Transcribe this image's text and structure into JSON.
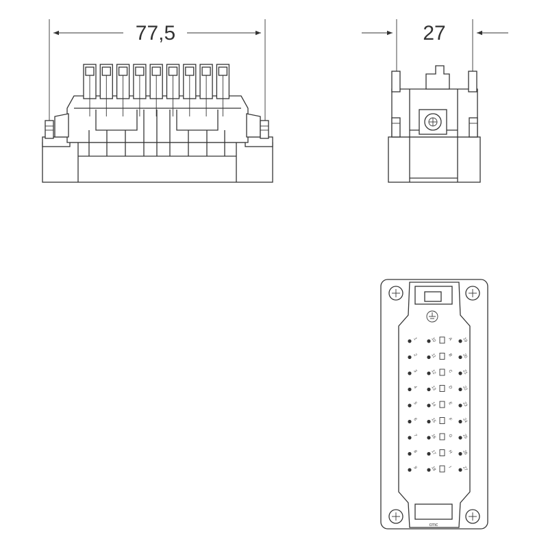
{
  "dimensions": {
    "width_label": "77,5",
    "depth_label": "27"
  },
  "face": {
    "bottom_label": "cmc",
    "left_column": {
      "numbers": [
        "1",
        "2",
        "3",
        "4",
        "5",
        "6",
        "7",
        "8",
        "9"
      ]
    },
    "mid_column": {
      "numbers": [
        "10",
        "11",
        "12",
        "13",
        "14",
        "15",
        "16",
        "17",
        "18"
      ]
    },
    "letter_column": {
      "letters": [
        "A",
        "B",
        "C",
        "D",
        "E",
        "F",
        "G",
        "H",
        "I"
      ]
    },
    "right_column": {
      "numbers": [
        "19",
        "20",
        "21",
        "22",
        "23",
        "24",
        "25",
        "26",
        "27"
      ]
    }
  }
}
